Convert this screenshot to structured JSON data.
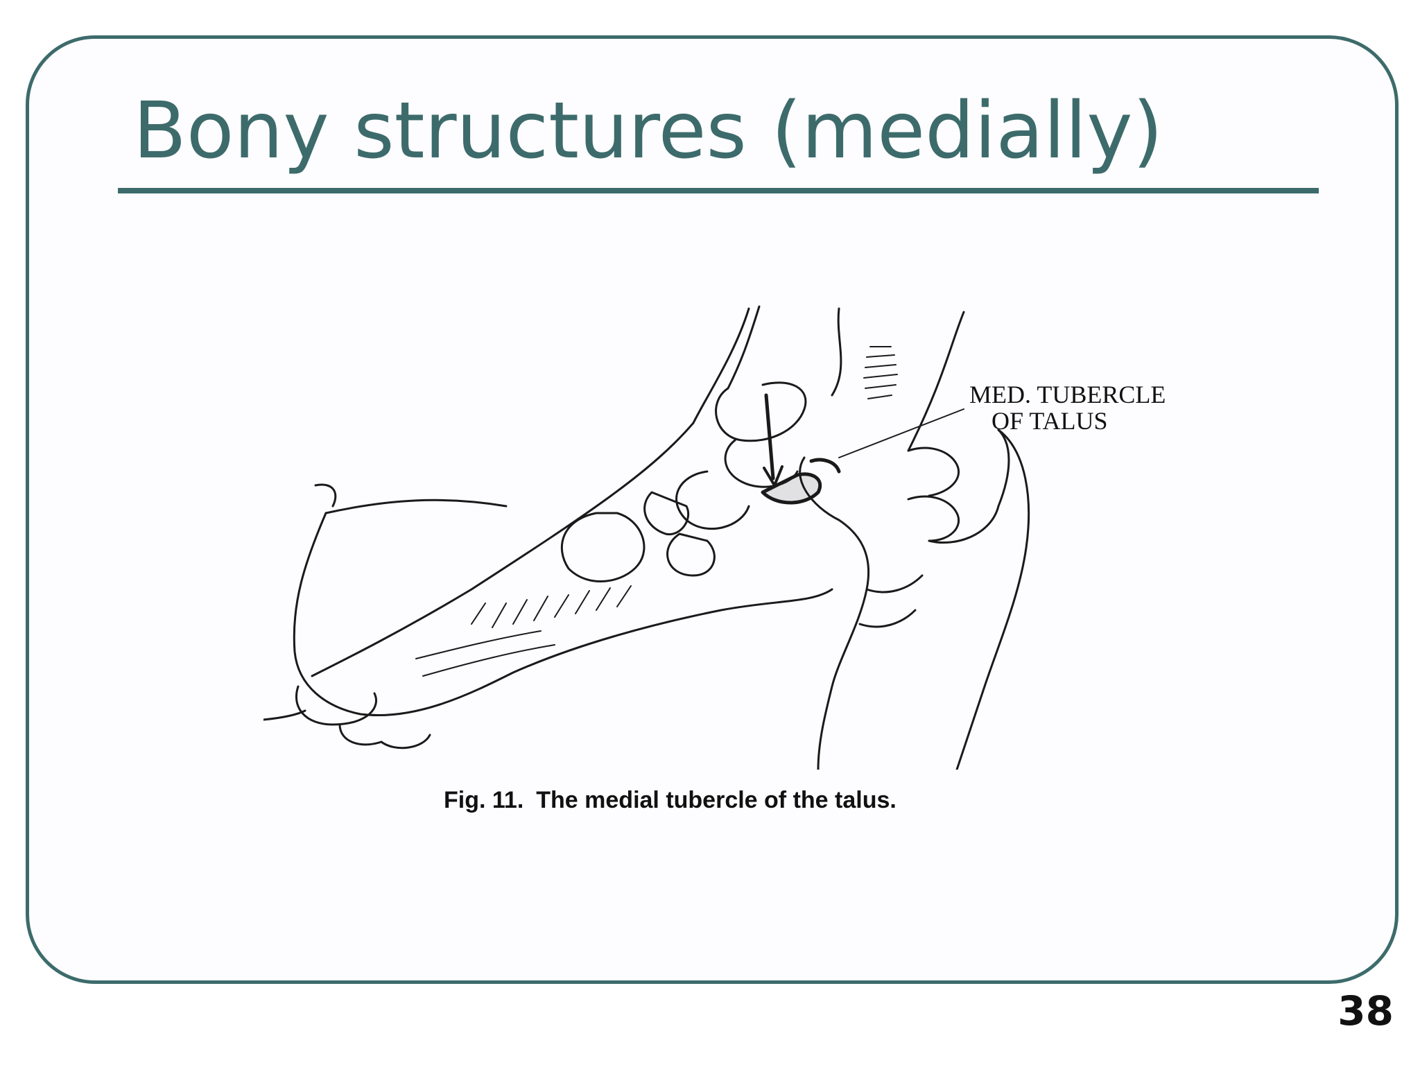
{
  "slide": {
    "title": "Bony structures (medially)",
    "page_number": "38"
  },
  "figure": {
    "label_line1": "MED. TUBERCLE",
    "label_line2": "OF TALUS",
    "caption_number": "Fig. 11.",
    "caption_text": "The medial tubercle of the talus."
  },
  "colors": {
    "accent": "#3d6b6b",
    "ink": "#111111"
  }
}
